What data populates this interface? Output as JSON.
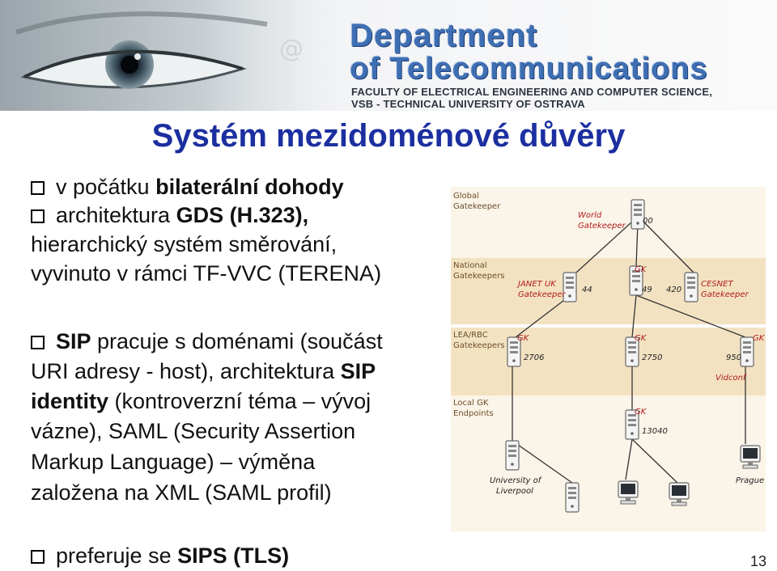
{
  "banner": {
    "line1": "Department",
    "line2": "of Telecommunications",
    "faculty": "FACULTY OF ELECTRICAL ENGINEERING AND COMPUTER SCIENCE,",
    "university": "VSB - TECHNICAL UNIVERSITY OF OSTRAVA"
  },
  "title": "Systém mezidoménové důvěry",
  "bullets": {
    "b1_pre": "v počátku ",
    "b1_bold": "bilaterální dohody",
    "b2_pre": "architektura ",
    "b2_bold": "GDS (H.323),",
    "b2_l2": "hierarchický systém směrování,",
    "b2_l3": "vyvinuto v rámci TF-VVC (TERENA)",
    "b3_bold": "SIP",
    "b3_rest": " pracuje s doménami (součást",
    "b3_l2_pre": "URI adresy - host), architektura ",
    "b3_l2_bold": "SIP",
    "b3_l3_bold": "identity",
    "b3_l3_rest": " (kontroverzní téma – vývoj",
    "b3_l4": "vázne), SAML (Security Assertion",
    "b3_l5": "Markup Language) – výměna",
    "b3_l6": "založena na XML (SAML profil)",
    "b4_pre": "preferuje se ",
    "b4_bold": "SIPS (TLS)"
  },
  "diagram": {
    "bands": {
      "global_l1": "Global",
      "global_l2": "Gatekeeper",
      "national_l1": "National",
      "national_l2": "Gatekeepers",
      "lea_l1": "LEA/RBC",
      "lea_l2": "Gatekeepers",
      "local_l1": "Local GK",
      "local_l2": "Endpoints"
    },
    "nodes": {
      "world_l1": "World",
      "world_l2": "Gatekeeper",
      "world_num": "00",
      "janet_l1": "JANET UK",
      "janet_l2": "Gatekeeper",
      "janet_num": "44",
      "gk49": "GK",
      "num49": "49",
      "num420": "420",
      "cesnet_l1": "CESNET",
      "cesnet_l2": "Gatekeeper",
      "gk2706": "GK",
      "num2706": "2706",
      "gk2750": "GK",
      "num2750": "2750",
      "gk950": "GK",
      "num950": "950",
      "vidconf": "Vidconf",
      "gk13040": "GK",
      "num13040": "13040",
      "liverpool_l1": "University of",
      "liverpool_l2": "Liverpool",
      "prague": "Prague"
    }
  },
  "page_number": "13",
  "colors": {
    "title": "#1c2fa0",
    "diagram_red": "#b01b1b",
    "band_beige": "#f3e2c2",
    "band_light": "#fbf4e8"
  }
}
